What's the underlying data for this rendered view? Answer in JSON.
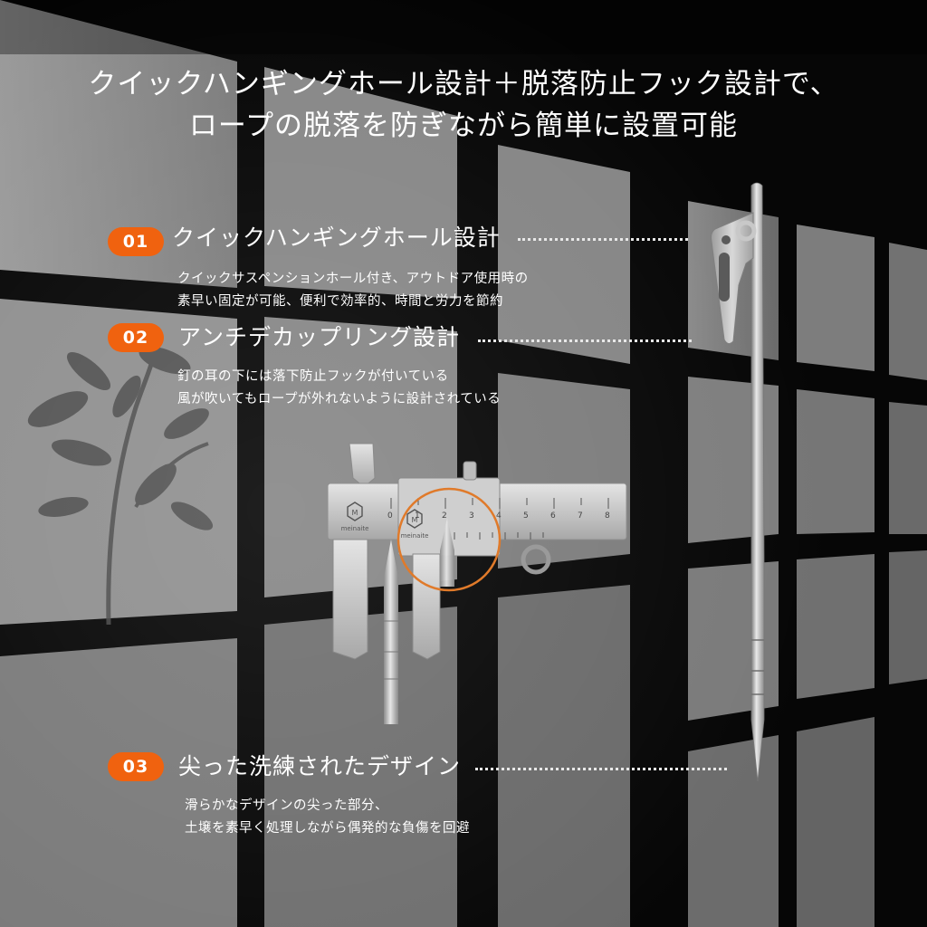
{
  "headline": {
    "line1": "クイックハンギングホール設計＋脱落防止フック設計で、",
    "line2": "ロープの脱落を防ぎながら簡単に設置可能"
  },
  "features": [
    {
      "number": "01",
      "title": "クイックハンギングホール設計",
      "desc_line1": "クイックサスペンションホール付き、アウトドア使用時の",
      "desc_line2": "素早い固定が可能、便利で効率的、時間と労力を節約"
    },
    {
      "number": "02",
      "title": "アンチデカップリング設計",
      "desc_line1": "釘の耳の下には落下防止フックが付いている",
      "desc_line2": "風が吹いてもロープが外れないように設計されている"
    },
    {
      "number": "03",
      "title": "尖った洗練されたデザイン",
      "desc_line1": "滑らかなデザインの尖った部分、",
      "desc_line2": "土壌を素早く処理しながら偶発的な負傷を回避"
    }
  ],
  "caliper": {
    "brand": "meinaite",
    "scale_labels": [
      "0",
      "1",
      "2",
      "3",
      "4",
      "5",
      "6",
      "7",
      "8"
    ]
  },
  "colors": {
    "accent": "#f0620f",
    "background": "#0b0b0b",
    "text": "#ffffff"
  }
}
